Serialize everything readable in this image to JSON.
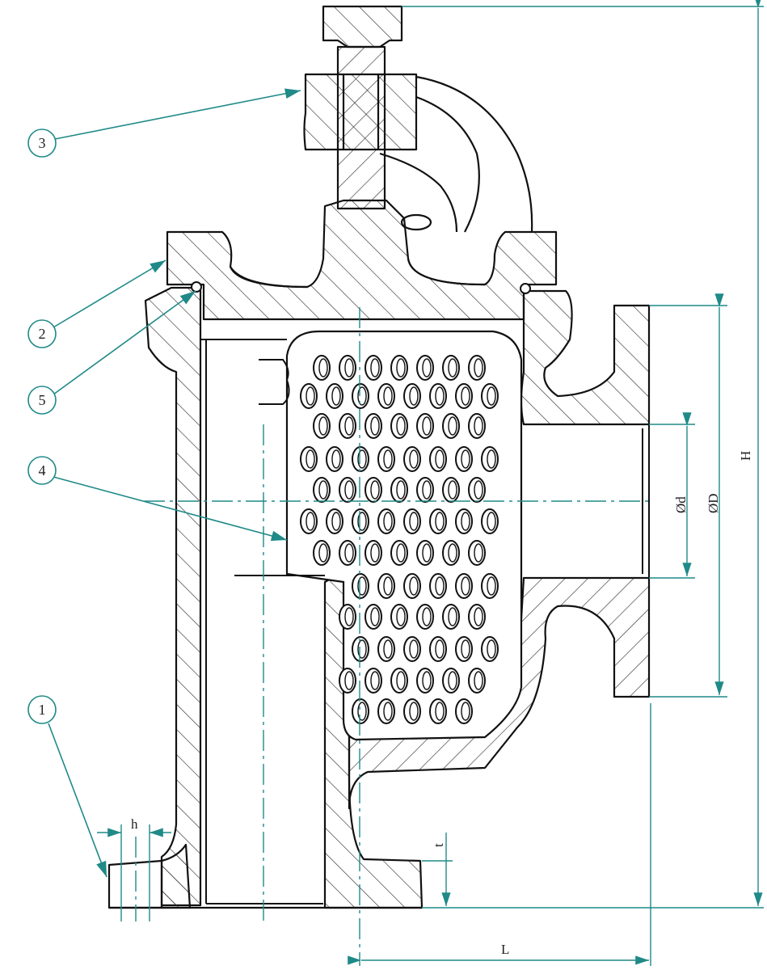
{
  "colors": {
    "outline": "#111111",
    "hatch": "#333333",
    "leader": "#1f8a88",
    "centerline": "#1f8a88"
  },
  "callouts": [
    {
      "id": "1",
      "label": "1"
    },
    {
      "id": "2",
      "label": "2"
    },
    {
      "id": "3",
      "label": "3"
    },
    {
      "id": "4",
      "label": "4"
    },
    {
      "id": "5",
      "label": "5"
    }
  ],
  "dimensions": {
    "H": "H",
    "L": "L",
    "h": "h",
    "t": "t",
    "d": "Ød",
    "D": "ØD"
  },
  "icons": {
    "section": "cross-section-hatch",
    "perforation": "perforated-basket"
  }
}
